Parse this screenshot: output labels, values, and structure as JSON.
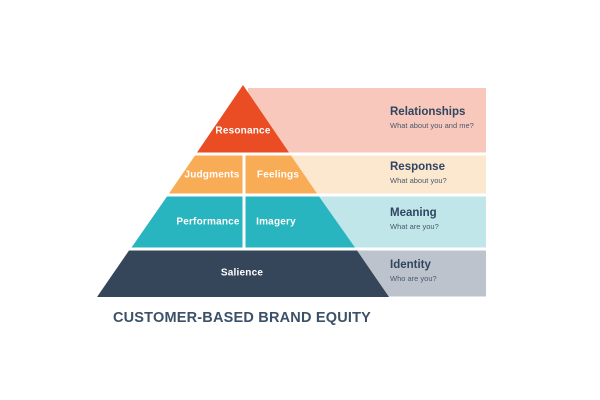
{
  "title": "CUSTOMER-BASED BRAND EQUITY",
  "colors": {
    "resonance_red": "#EA4D24",
    "judgments_orange": "#F9AC56",
    "meaning_teal": "#28B5BF",
    "salience_navy": "#35465A",
    "panel_pink": "#F8C8BC",
    "panel_peach": "#FCE8CF",
    "panel_cyan": "#C0E6EA",
    "panel_gray": "#BDC3CD",
    "heading_text": "#2F4560",
    "subtitle_text": "#4A5A6C",
    "title_text": "#3A5168",
    "pyramid_label_text": "#FFFFFF"
  },
  "pyramid": {
    "segments": [
      {
        "label": "Resonance"
      },
      {
        "label": "Judgments"
      },
      {
        "label": "Feelings"
      },
      {
        "label": "Performance"
      },
      {
        "label": "Imagery"
      },
      {
        "label": "Salience"
      }
    ]
  },
  "panels": [
    {
      "heading": "Relationships",
      "subtitle": "What about you and me?"
    },
    {
      "heading": "Response",
      "subtitle": "What about you?"
    },
    {
      "heading": "Meaning",
      "subtitle": "What are you?"
    },
    {
      "heading": "Identity",
      "subtitle": "Who are you?"
    }
  ]
}
